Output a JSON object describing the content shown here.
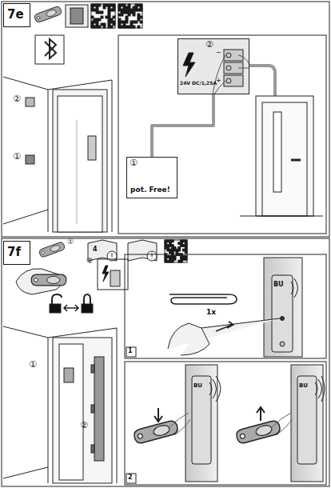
{
  "diagram": {
    "nodes": [
      {
        "text": [
          "7e"
        ]
      },
      {
        "text": [
          "7f"
        ]
      },
      {
        "text": [
          "②",
          "24V DC/1,25A"
        ]
      },
      {
        "text": [
          "①",
          "pot. Free!"
        ]
      }
    ],
    "edges": [
      {
        "from": 3,
        "to": 2,
        "arrow": "none"
      }
    ],
    "labels": [
      "①",
      "②",
      "−",
      "+",
      "①",
      "4",
      "②",
      "①",
      "②",
      "1x",
      "BU",
      "1",
      "2",
      "BU",
      "BU"
    ]
  }
}
